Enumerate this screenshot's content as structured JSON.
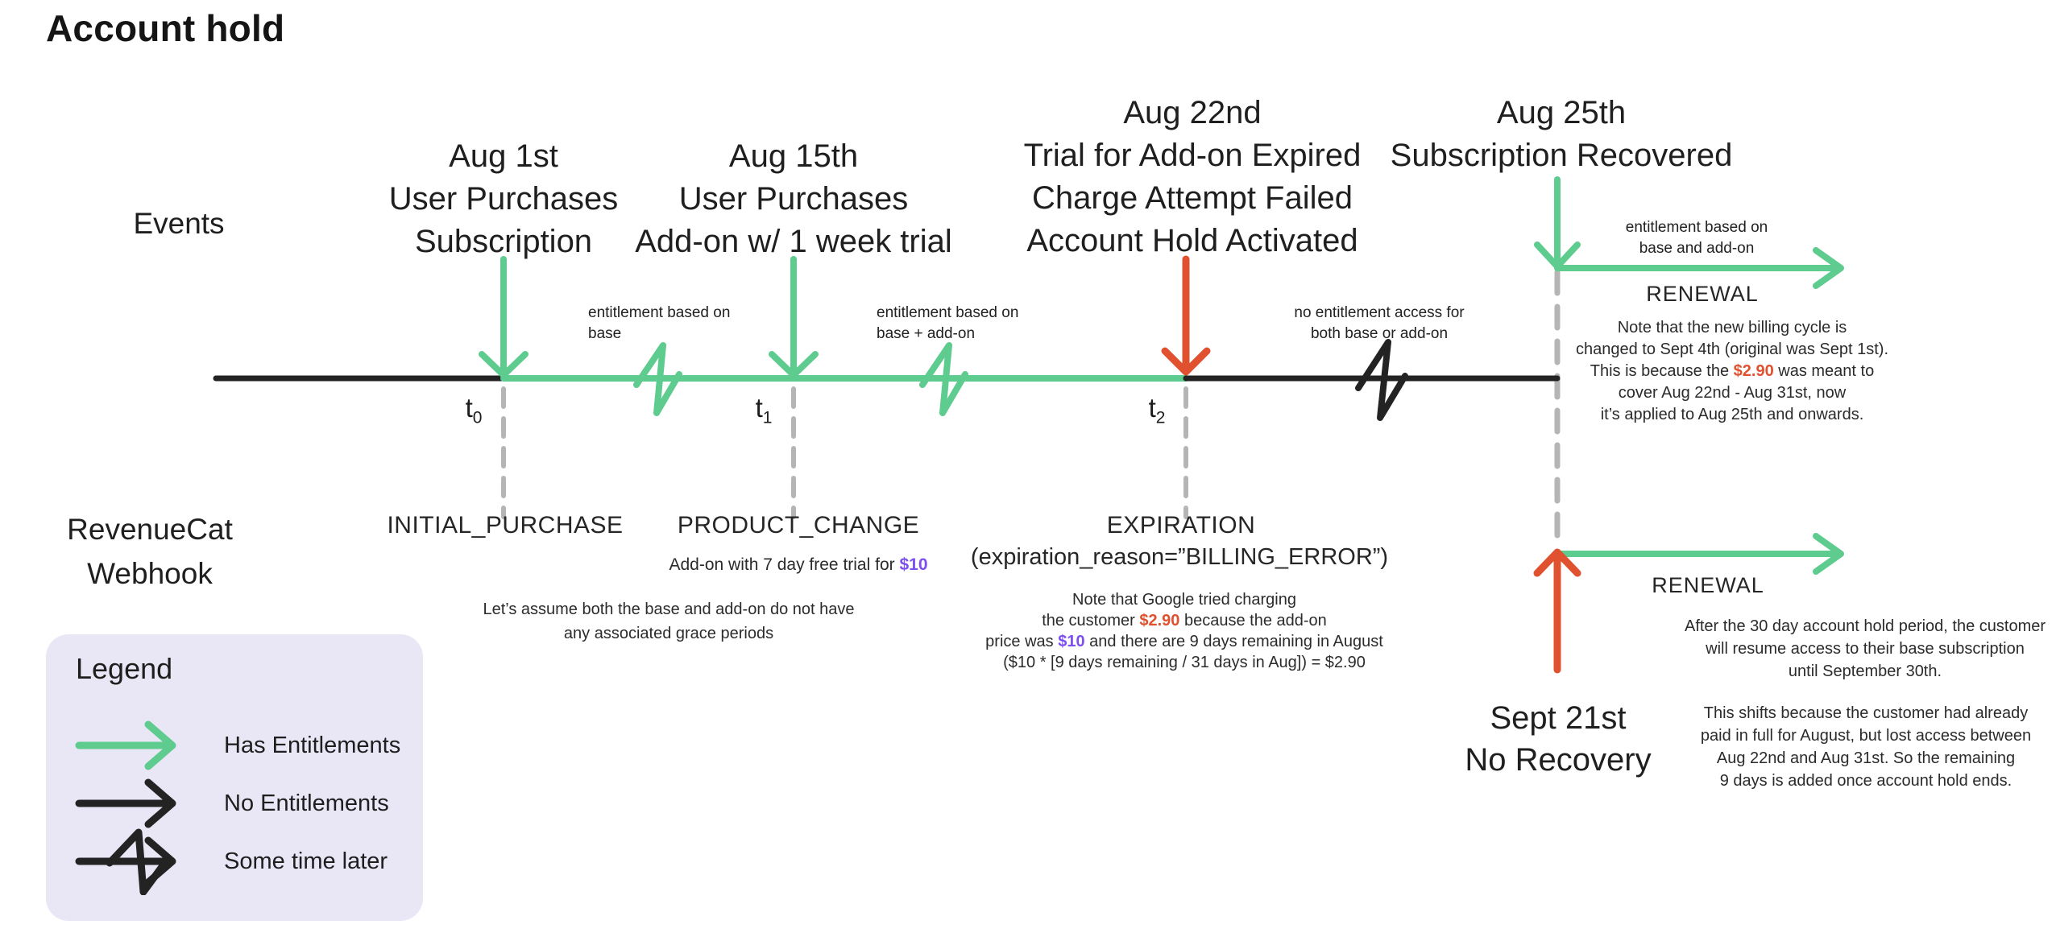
{
  "title": "Account hold",
  "colors": {
    "green": "#5ECB8F",
    "red": "#E0512F",
    "purple": "#7C4FF0",
    "dash": "#B5B5B5",
    "ink": "#232323",
    "legend_bg": "#E9E6F6",
    "note": "#2B2B2B"
  },
  "row_labels": {
    "events": "Events",
    "webhook_line1": "RevenueCat",
    "webhook_line2": "Webhook"
  },
  "events": [
    {
      "lines": [
        "Aug 1st",
        "User Purchases",
        "Subscription"
      ]
    },
    {
      "lines": [
        "Aug 15th",
        "User Purchases",
        "Add-on w/ 1 week trial"
      ]
    },
    {
      "lines": [
        "Aug 22nd",
        "Trial for Add-on Expired",
        "Charge Attempt Failed",
        "Account Hold Activated"
      ]
    },
    {
      "lines": [
        "Aug 25th",
        "Subscription Recovered"
      ]
    },
    {
      "lines": [
        "Sept 21st",
        "No Recovery"
      ]
    }
  ],
  "timeline": {
    "t_labels": [
      {
        "base": "t",
        "sub": "0"
      },
      {
        "base": "t",
        "sub": "1"
      },
      {
        "base": "t",
        "sub": "2"
      }
    ]
  },
  "annotations": {
    "base_only": {
      "l1": "entitlement based on",
      "l2": "base"
    },
    "base_addon": {
      "l1": "entitlement based on",
      "l2": "base + add-on"
    },
    "no_access": {
      "l1": "no entitlement access for",
      "l2": "both base or add-on"
    },
    "base_and_addon": {
      "l1": "entitlement based on",
      "l2": "base and add-on"
    }
  },
  "webhook": {
    "initial_purchase": "INITIAL_PURCHASE",
    "product_change": "PRODUCT_CHANGE",
    "product_change_sub_pre": "Add-on with 7 day free trial for ",
    "product_change_sub_amount": "$10",
    "assumption_l1": "Let’s assume both the base and add-on do not have",
    "assumption_l2": "any associated grace periods",
    "expiration": "EXPIRATION",
    "expiration_reason": "(expiration_reason=”BILLING_ERROR”)",
    "expiration_note": {
      "l1": "Note that Google tried charging",
      "l2_pre": "the customer ",
      "l2_amount": "$2.90",
      "l2_post": " because the add-on",
      "l3_pre": "price was ",
      "l3_amount": "$10",
      "l3_post": " and there are 9 days remaining in August",
      "l4": "($10 * [9 days remaining / 31 days in Aug]) = $2.90"
    }
  },
  "renewal1": {
    "label": "RENEWAL",
    "note_l1": "Note that the new billing cycle is",
    "note_l2": "changed to Sept 4th (original was Sept 1st).",
    "note_l3_pre": "This is because the ",
    "note_l3_amount": "$2.90",
    "note_l3_post": " was meant to",
    "note_l4": "cover Aug 22nd - Aug 31st, now",
    "note_l5": "it’s applied to Aug 25th and onwards."
  },
  "renewal2": {
    "label": "RENEWAL",
    "note_a_l1": "After the 30 day account hold period, the customer",
    "note_a_l2": "will resume access to their base subscription",
    "note_a_l3": "until September 30th.",
    "note_b_l1": "This shifts because the customer had already",
    "note_b_l2": "paid in full for August, but lost access between",
    "note_b_l3": "Aug 22nd and Aug 31st. So the remaining",
    "note_b_l4": "9 days is added once account hold ends."
  },
  "legend": {
    "title": "Legend",
    "items": [
      {
        "icon": "green-arrow",
        "label": "Has Entitlements"
      },
      {
        "icon": "black-arrow",
        "label": "No Entitlements"
      },
      {
        "icon": "zigzag-arrow",
        "label": "Some time later"
      }
    ]
  }
}
